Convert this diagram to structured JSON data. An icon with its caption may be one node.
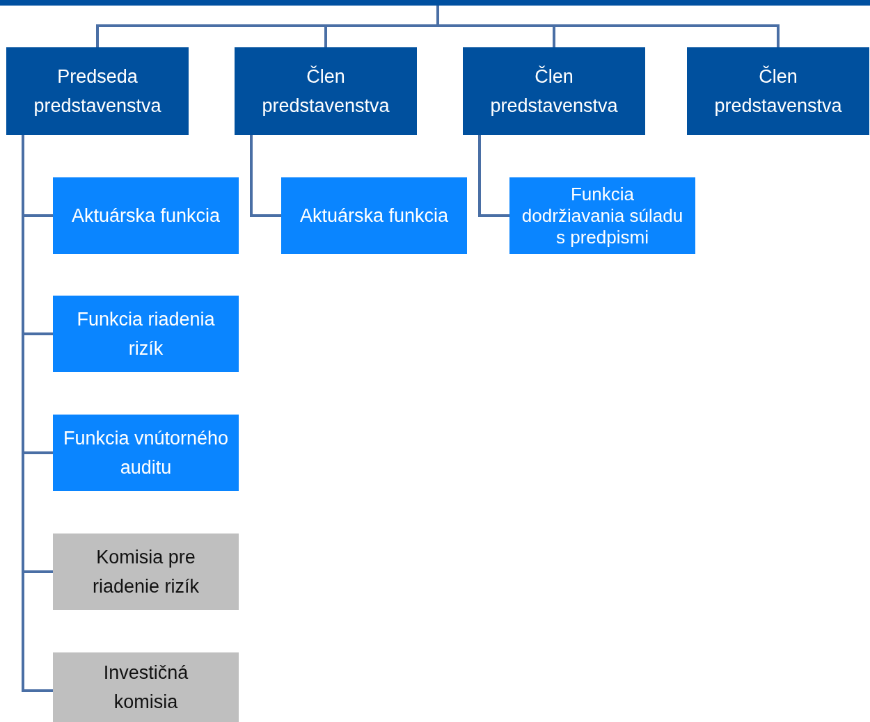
{
  "diagram": {
    "nodes": [
      {
        "text": [],
        "shape": "bar"
      },
      {
        "text": [
          "Predseda predstavenstva"
        ]
      },
      {
        "text": [
          "Člen predstavenstva"
        ]
      },
      {
        "text": [
          "Člen predstavenstva"
        ]
      },
      {
        "text": [
          "Člen predstavenstva"
        ]
      },
      {
        "text": [
          "Aktuárska funkcia"
        ]
      },
      {
        "text": [
          "Funkcia riadenia rizík"
        ]
      },
      {
        "text": [
          "Funkcia vnútorného auditu"
        ]
      },
      {
        "text": [
          "Komisia pre riadenie rizík"
        ]
      },
      {
        "text": [
          "Investičná komisia"
        ]
      },
      {
        "text": [
          "Aktuárska funkcia"
        ]
      },
      {
        "text": [
          "Funkcia dodržiavania súladu s predpismi"
        ]
      }
    ],
    "edges": [
      {
        "from": 0,
        "to": 1,
        "arrow": "none"
      },
      {
        "from": 0,
        "to": 2,
        "arrow": "none"
      },
      {
        "from": 0,
        "to": 3,
        "arrow": "none"
      },
      {
        "from": 0,
        "to": 4,
        "arrow": "none"
      },
      {
        "from": 1,
        "to": 5,
        "arrow": "none"
      },
      {
        "from": 1,
        "to": 6,
        "arrow": "none"
      },
      {
        "from": 1,
        "to": 7,
        "arrow": "none"
      },
      {
        "from": 1,
        "to": 8,
        "arrow": "none"
      },
      {
        "from": 1,
        "to": 9,
        "arrow": "none"
      },
      {
        "from": 2,
        "to": 10,
        "arrow": "none"
      },
      {
        "from": 3,
        "to": 11,
        "arrow": "none"
      }
    ]
  }
}
